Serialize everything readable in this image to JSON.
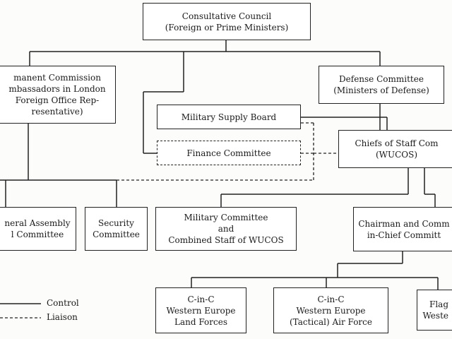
{
  "boxes": {
    "council": [
      "Consultative Council",
      "(Foreign or Prime Ministers)"
    ],
    "permanent": [
      "manent Commission",
      "mbassadors in London",
      "Foreign Office Rep-",
      "resentative)"
    ],
    "defense": [
      "Defense Committee",
      "(Ministers of Defense)"
    ],
    "supply": [
      "Military Supply Board"
    ],
    "finance": [
      "Finance Committee"
    ],
    "chiefs": [
      "Chiefs of Staff Com",
      "(WUCOS)"
    ],
    "assembly": [
      "neral Assembly",
      "l Committee"
    ],
    "security": [
      "Security",
      "Committee"
    ],
    "military": [
      "Military Committee",
      "and",
      "Combined Staff of WUCOS"
    ],
    "chairman": [
      "Chairman and Comm",
      "in-Chief Committ"
    ],
    "land": [
      "C-in-C",
      "Western Europe",
      "Land Forces"
    ],
    "air": [
      "C-in-C",
      "Western Europe",
      "(Tactical) Air Force"
    ],
    "flag": [
      "Flag",
      "Weste"
    ]
  },
  "legend": {
    "control": "Control",
    "liaison": "Liaison"
  }
}
